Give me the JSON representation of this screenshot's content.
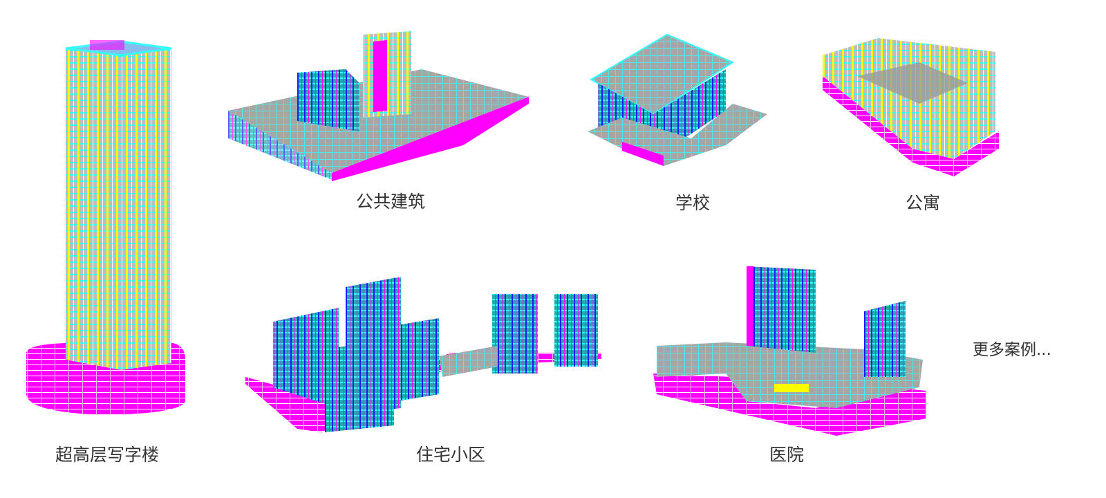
{
  "cases": [
    {
      "label": "超高层写字楼"
    },
    {
      "label": "公共建筑"
    },
    {
      "label": "学校"
    },
    {
      "label": "公寓"
    },
    {
      "label": "住宅小区"
    },
    {
      "label": "医院"
    }
  ],
  "more_link": "更多案例...",
  "colors": {
    "slab": "#ff00ff",
    "beam": "#00ffff",
    "column": "#ffff00",
    "column_blue": "#0000ff",
    "floor": "#9a9a9a"
  }
}
